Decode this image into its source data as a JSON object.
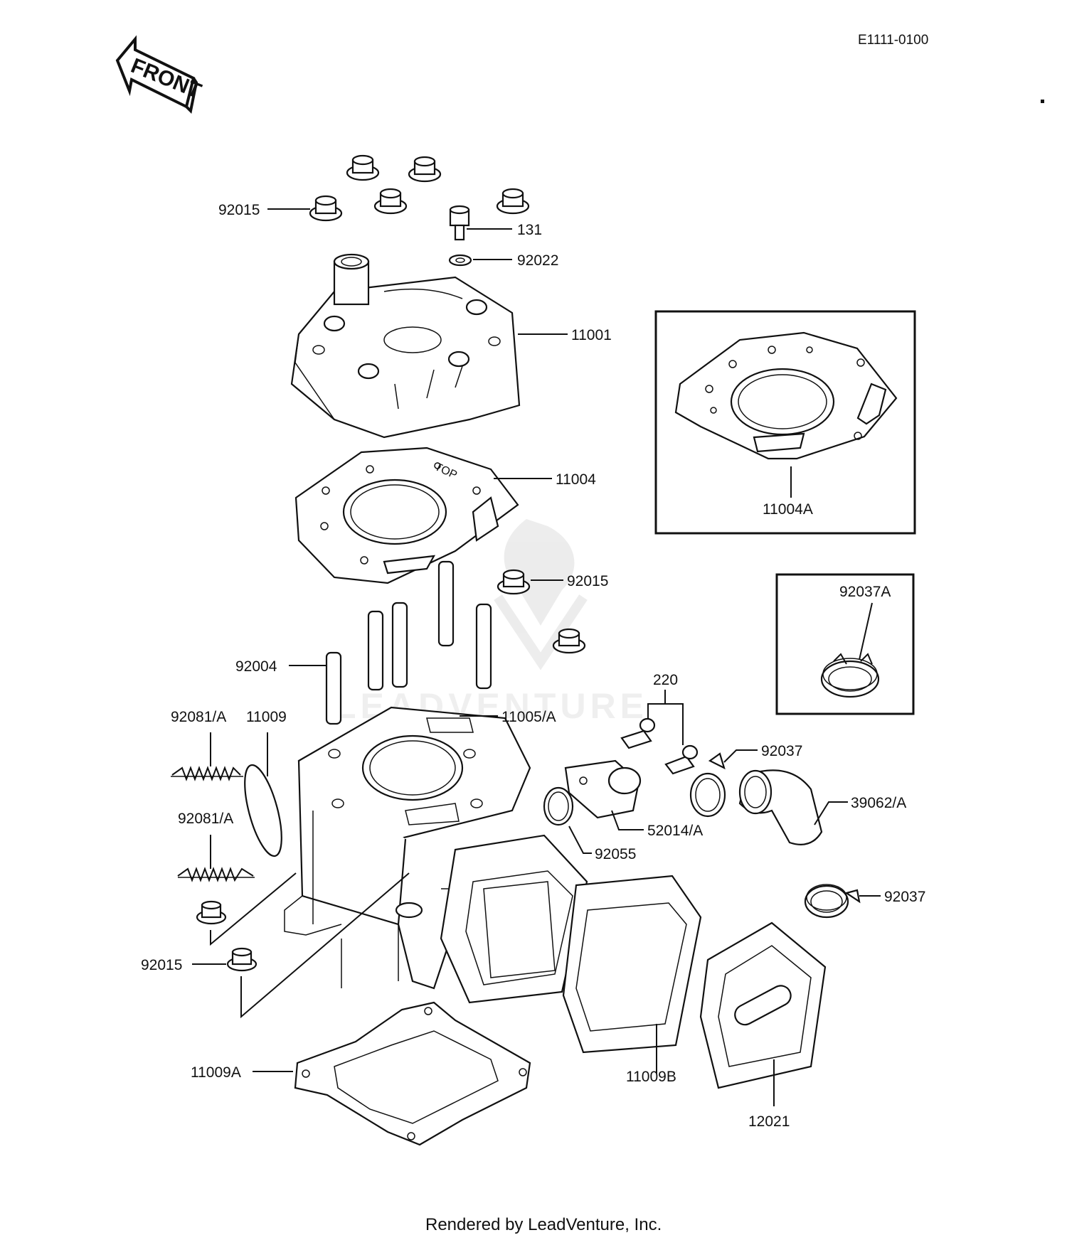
{
  "diagram_code": "E1111-0100",
  "front_label": "FRONT",
  "watermark": "LEADVENTURE",
  "footer": "Rendered by LeadVenture, Inc.",
  "labels": {
    "p92015_a": "92015",
    "p131": "131",
    "p92022": "92022",
    "p11001": "11001",
    "p11004": "11004",
    "p11004A": "11004A",
    "p92015_b": "92015",
    "p92037A": "92037A",
    "p92004": "92004",
    "p220": "220",
    "p92081A_1": "92081/A",
    "p11009": "11009",
    "p11005A": "11005/A",
    "p92037_a": "92037",
    "p39062A": "39062/A",
    "p92081A_2": "92081/A",
    "p52014A": "52014/A",
    "p92055": "92055",
    "p92037_b": "92037",
    "p92015_c": "92015",
    "p11009A": "11009A",
    "p11009B": "11009B",
    "p12021": "12021"
  }
}
